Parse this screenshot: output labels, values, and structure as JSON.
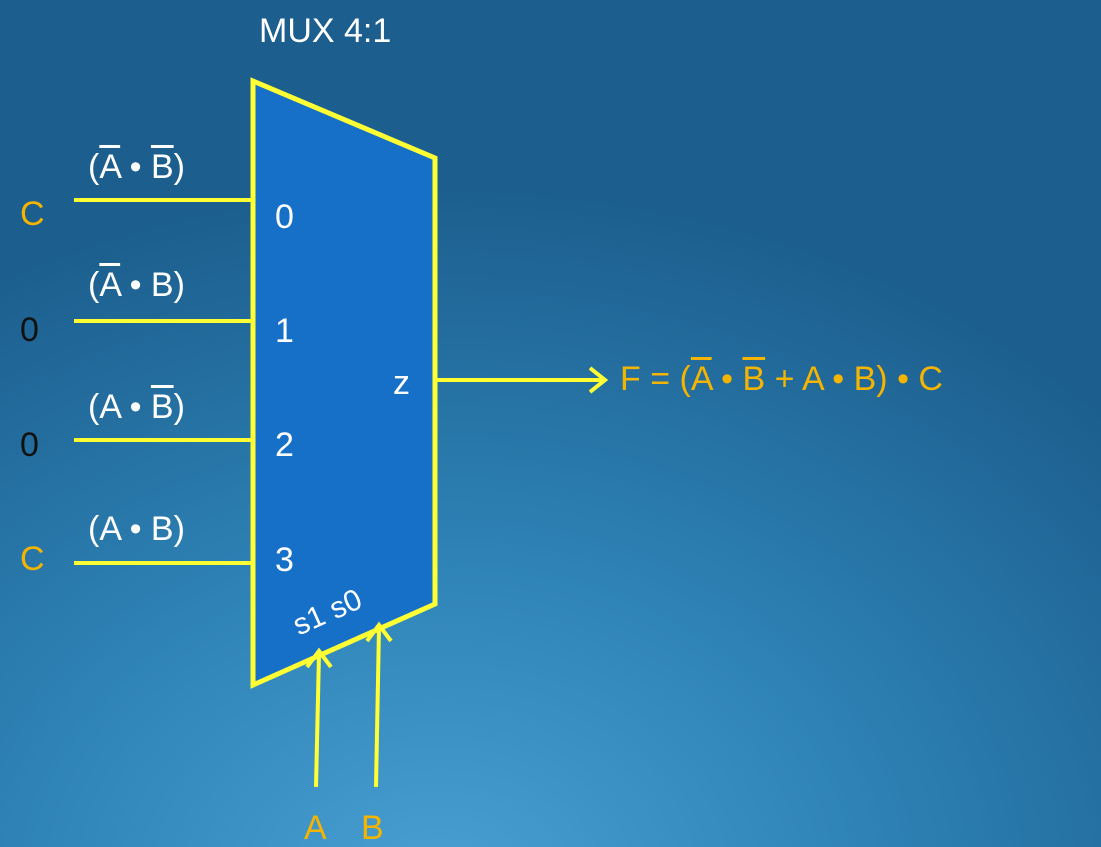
{
  "title": "MUX 4:1",
  "inputs": [
    {
      "source": "C",
      "source_color": "orange",
      "term": [
        "(",
        "A",
        " • ",
        "B",
        ")"
      ],
      "select": "0"
    },
    {
      "source": "0",
      "source_color": "black",
      "term": [
        "(",
        "A",
        " • B)"
      ],
      "select": "1"
    },
    {
      "source": "0",
      "source_color": "black",
      "term": [
        "(A • ",
        "B",
        ")"
      ],
      "select": "2"
    },
    {
      "source": "C",
      "source_color": "orange",
      "term": [
        "(A • B)"
      ],
      "select": "3"
    }
  ],
  "output_label": "z",
  "select_labels": {
    "s1": "s1",
    "s0": "s0"
  },
  "select_inputs": {
    "A": "A",
    "B": "B"
  },
  "equation": [
    "F = ",
    "(",
    "A",
    " • ",
    "B",
    " + A • B) • C"
  ],
  "colors": {
    "wire": "#ffff33",
    "mux_fill": "#1670c8",
    "accent_text": "#f5b400"
  }
}
